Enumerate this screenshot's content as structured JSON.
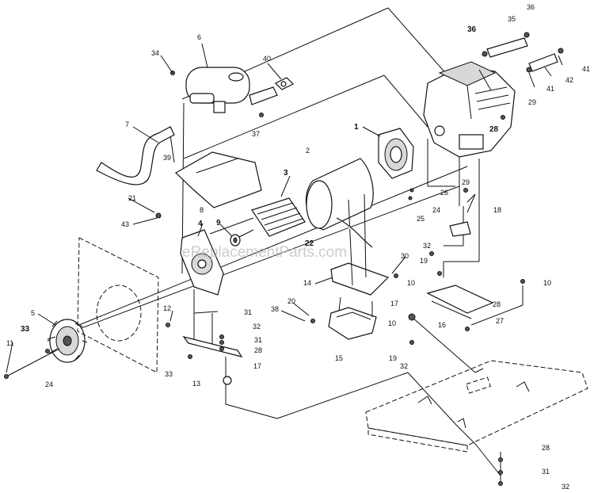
{
  "watermark": "eReplacementParts.com",
  "callouts": [
    {
      "id": "1",
      "text": "1",
      "bold": true
    },
    {
      "id": "2",
      "text": "2"
    },
    {
      "id": "3",
      "text": "3",
      "bold": true
    },
    {
      "id": "4",
      "text": "4",
      "bold": true
    },
    {
      "id": "5",
      "text": "5"
    },
    {
      "id": "6",
      "text": "6"
    },
    {
      "id": "7",
      "text": "7"
    },
    {
      "id": "8",
      "text": "8"
    },
    {
      "id": "9",
      "text": "9",
      "bold": true
    },
    {
      "id": "10a",
      "text": "10"
    },
    {
      "id": "10b",
      "text": "10"
    },
    {
      "id": "10c",
      "text": "10"
    },
    {
      "id": "11",
      "text": "11"
    },
    {
      "id": "12",
      "text": "12"
    },
    {
      "id": "13",
      "text": "13"
    },
    {
      "id": "14",
      "text": "14"
    },
    {
      "id": "15",
      "text": "15"
    },
    {
      "id": "16",
      "text": "16"
    },
    {
      "id": "17a",
      "text": "17"
    },
    {
      "id": "17b",
      "text": "17"
    },
    {
      "id": "18",
      "text": "18"
    },
    {
      "id": "19a",
      "text": "19"
    },
    {
      "id": "19b",
      "text": "19"
    },
    {
      "id": "20",
      "text": "20"
    },
    {
      "id": "21",
      "text": "21"
    },
    {
      "id": "22",
      "text": "22",
      "bold": true
    },
    {
      "id": "24a",
      "text": "24"
    },
    {
      "id": "24b",
      "text": "24"
    },
    {
      "id": "25",
      "text": "25"
    },
    {
      "id": "26",
      "text": "26"
    },
    {
      "id": "27",
      "text": "27"
    },
    {
      "id": "28a",
      "text": "28",
      "bold": true
    },
    {
      "id": "28b",
      "text": "28"
    },
    {
      "id": "28c",
      "text": "28"
    },
    {
      "id": "28d",
      "text": "28"
    },
    {
      "id": "29a",
      "text": "29"
    },
    {
      "id": "29b",
      "text": "29"
    },
    {
      "id": "30",
      "text": "30"
    },
    {
      "id": "31a",
      "text": "31"
    },
    {
      "id": "31b",
      "text": "31"
    },
    {
      "id": "31c",
      "text": "31"
    },
    {
      "id": "32a",
      "text": "32"
    },
    {
      "id": "32b",
      "text": "32"
    },
    {
      "id": "32c",
      "text": "32"
    },
    {
      "id": "32d",
      "text": "32"
    },
    {
      "id": "33a",
      "text": "33",
      "bold": true
    },
    {
      "id": "33b",
      "text": "33"
    },
    {
      "id": "34",
      "text": "34"
    },
    {
      "id": "35",
      "text": "35"
    },
    {
      "id": "36a",
      "text": "36",
      "bold": true
    },
    {
      "id": "36b",
      "text": "36"
    },
    {
      "id": "37",
      "text": "37"
    },
    {
      "id": "38",
      "text": "38"
    },
    {
      "id": "39",
      "text": "39"
    },
    {
      "id": "40",
      "text": "40"
    },
    {
      "id": "41a",
      "text": "41"
    },
    {
      "id": "41b",
      "text": "41"
    },
    {
      "id": "42",
      "text": "42"
    },
    {
      "id": "43",
      "text": "43"
    }
  ]
}
